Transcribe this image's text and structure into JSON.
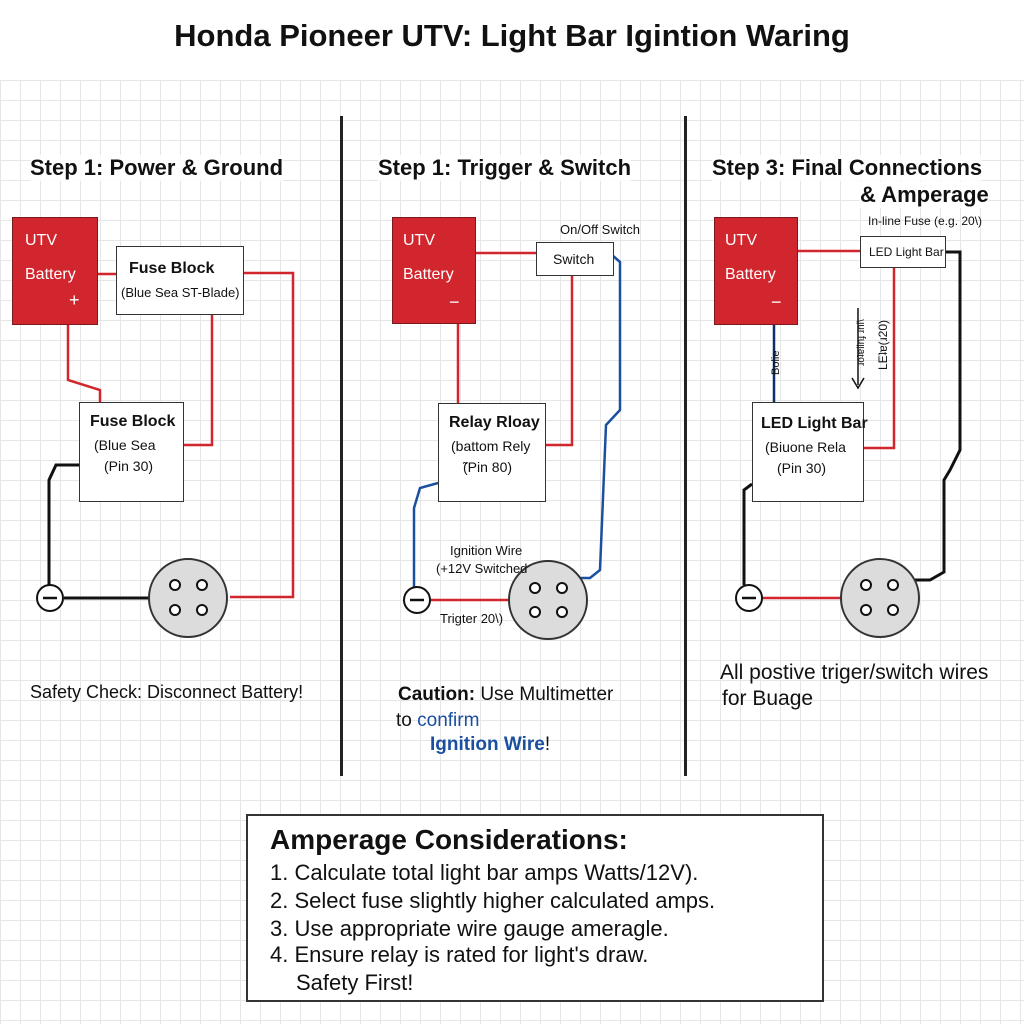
{
  "title": "Honda Pioneer UTV: Light Bar Igintion Waring",
  "panels": [
    {
      "step": "Step 1: Power & Ground",
      "battery": {
        "line1": "UTV",
        "line2": "Battery",
        "sign": "+"
      },
      "top_box": {
        "line1": "Fuse Block",
        "line2": "(Blue Sea ST-Blade)"
      },
      "mid_box": {
        "line1": "Fuse Block",
        "line2": "(Blue Sea",
        "line3": "(Pin 30)"
      },
      "ground_symbol": "−",
      "note": "Safety Check: Disconnect Battery!"
    },
    {
      "step": "Step 1: Trigger & Switch",
      "battery": {
        "line1": "UTV",
        "line2": "Battery",
        "sign": "−"
      },
      "switch_label": "On/Off Switch",
      "switch_box": "Switch",
      "relay_box": {
        "line1": "Relay Rloay",
        "line2": "(b​attom Rely",
        "line3": "̃(Pin 80)"
      },
      "wire_label1": "Ignition Wire",
      "wire_label2": "(+12V Switched",
      "trigger_label": "Trigter 20\\)",
      "ground_symbol": "−",
      "caution_bold": "Caution:",
      "caution_rest": " Use Multimetter",
      "caution_line2a": "to ",
      "caution_line2b": "confirm",
      "caution_line3a": "Ignition Wire",
      "caution_line3b": "!"
    },
    {
      "step_line1": "Step 3: Final Connections",
      "step_line2": "& Amperage",
      "battery": {
        "line1": "UTV",
        "line2": "Battery",
        "sign": "−"
      },
      "inline_fuse": "In-line Fuse (e.g. 20\\)",
      "led_top": "LED Light Bar",
      "led_box": {
        "line1": "LED Light Bar",
        "line2": "(Biuone Rela",
        "line3": "(Pin 30)"
      },
      "side_label_left": "Bolie",
      "side_label_mid": "ɹoʇɐllnɟ ɹnl\\",
      "side_label_right": "LEʇɐ(ɹ20)",
      "ground_symbol": "−",
      "note_line1": "All postive triger/switch wires",
      "note_line2": "for Buage"
    }
  ],
  "amperage": {
    "title": "Amperage Considerations:",
    "items": [
      "1. Calculate total light bar amps Watts/12V).",
      "2. Select fuse slightly higher calculated amps.",
      "3. Use appropriate wire gauge ameragle.",
      "4. Ensure relay is rated for light's draw."
    ],
    "footer": "Safety First!"
  },
  "colors": {
    "red": "#d2262e",
    "blue": "#1b4fa0",
    "wire_black": "#111111",
    "grid": "#e6e6e6"
  }
}
